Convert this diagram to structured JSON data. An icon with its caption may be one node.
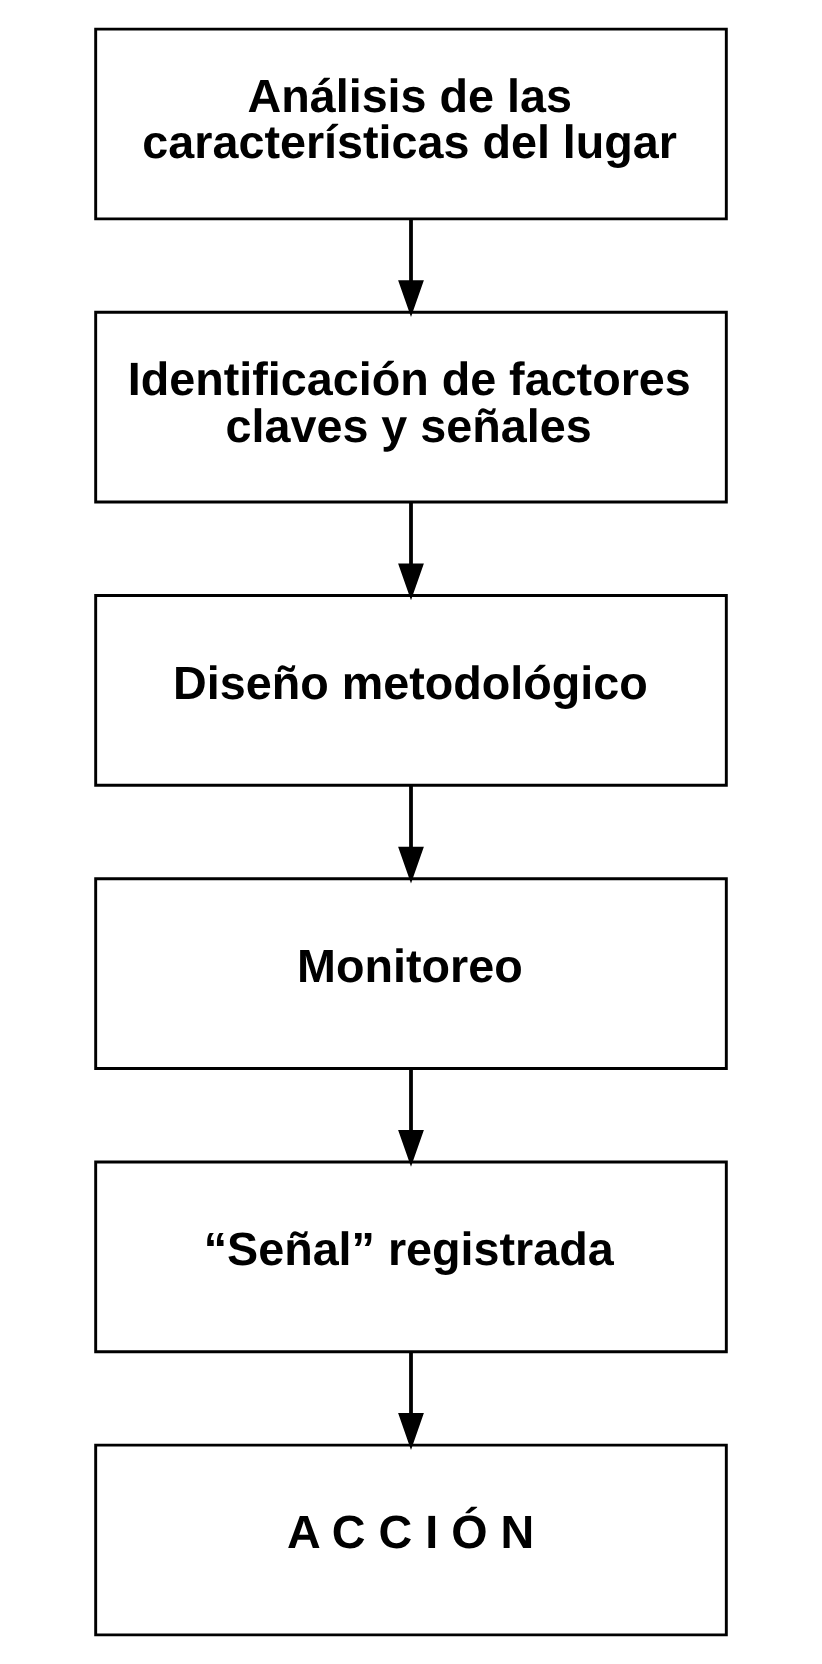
{
  "diagram": {
    "nodes": [
      {
        "text": [
          "Análisis de las características del lugar"
        ]
      },
      {
        "text": [
          "Identificación de factores claves y señales"
        ]
      },
      {
        "text": [
          "Diseño metodológico"
        ]
      },
      {
        "text": [
          "Monitoreo"
        ]
      },
      {
        "text": [
          "“Señal” registrada"
        ]
      },
      {
        "text": [
          "A C C I Ó N"
        ]
      }
    ],
    "edges": [
      {
        "from": 0,
        "to": 1,
        "arrow": "to"
      },
      {
        "from": 1,
        "to": 2,
        "arrow": "to"
      },
      {
        "from": 2,
        "to": 3,
        "arrow": "to"
      },
      {
        "from": 3,
        "to": 4,
        "arrow": "to"
      },
      {
        "from": 4,
        "to": 5,
        "arrow": "to"
      }
    ]
  }
}
